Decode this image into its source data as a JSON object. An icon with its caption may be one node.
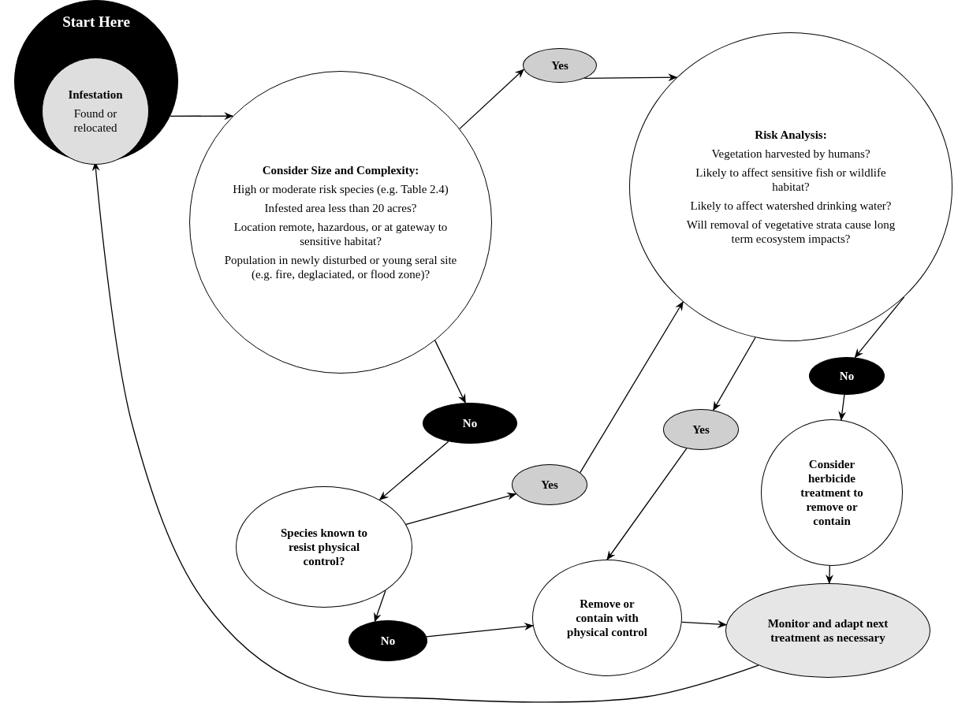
{
  "diagram": {
    "nodes": [
      {
        "text": [
          "Start Here"
        ]
      },
      {
        "text": [
          "Infestation",
          "Found or relocated"
        ],
        "in": 0
      },
      {
        "text": [
          "Consider Size and Complexity:",
          "High or moderate risk species (e.g. Table 2.4)",
          "Infested area less than 20 acres?",
          "Location remote, hazardous, or at gateway to sensitive habitat?",
          "Population in newly disturbed or young seral site (e.g. fire, deglaciated, or flood zone)?"
        ]
      },
      {
        "text": [
          "Yes"
        ]
      },
      {
        "text": [
          "Risk Analysis:",
          "Vegetation harvested by humans?",
          "Likely to affect sensitive fish or wildlife habitat?",
          "Likely to affect watershed drinking water?",
          "Will removal of vegetative strata cause long term ecosystem impacts?"
        ]
      },
      {
        "text": [
          "No"
        ]
      },
      {
        "text": [
          "Species known to resist physical control?"
        ]
      },
      {
        "text": [
          "Yes"
        ]
      },
      {
        "text": [
          "Yes"
        ]
      },
      {
        "text": [
          "No"
        ]
      },
      {
        "text": [
          "Consider herbicide treatment to remove or contain"
        ]
      },
      {
        "text": [
          "No"
        ]
      },
      {
        "text": [
          "Remove or contain with physical control"
        ]
      },
      {
        "text": [
          "Monitor and adapt next treatment as necessary"
        ]
      }
    ],
    "edges": [
      {
        "from": 0,
        "to": 2,
        "arrow": "to"
      },
      {
        "from": 2,
        "to": 3,
        "arrow": "to"
      },
      {
        "from": 3,
        "to": 4,
        "arrow": "to"
      },
      {
        "from": 2,
        "to": 5,
        "arrow": "to"
      },
      {
        "from": 5,
        "to": 6,
        "arrow": "to"
      },
      {
        "from": 6,
        "to": 7,
        "arrow": "to"
      },
      {
        "from": 7,
        "to": 4,
        "arrow": "to"
      },
      {
        "from": 4,
        "to": 8,
        "arrow": "to"
      },
      {
        "from": 4,
        "to": 9,
        "arrow": "to"
      },
      {
        "from": 9,
        "to": 10,
        "arrow": "to"
      },
      {
        "from": 8,
        "to": 12,
        "arrow": "to"
      },
      {
        "from": 6,
        "to": 11,
        "arrow": "to"
      },
      {
        "from": 11,
        "to": 12,
        "arrow": "to"
      },
      {
        "from": 12,
        "to": 13,
        "arrow": "to"
      },
      {
        "from": 10,
        "to": 13,
        "arrow": "to"
      },
      {
        "from": 13,
        "to": 0,
        "arrow": "to"
      }
    ]
  }
}
